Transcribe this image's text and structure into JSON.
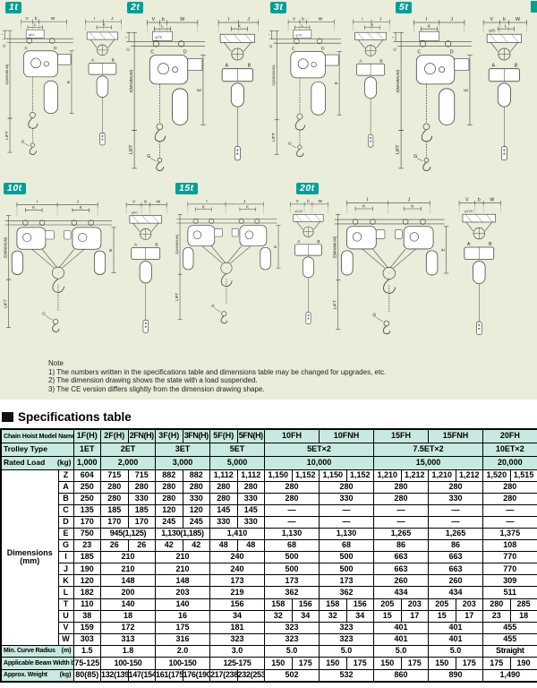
{
  "colors": {
    "page_background": "#e9edd9",
    "badge_teal": "#00a097",
    "table_header_teal": "#c8e9e1",
    "drawing_line": "#444444"
  },
  "drawings": [
    {
      "badge": "1t",
      "type": "single",
      "dia": "φ64",
      "front_top": [
        "V",
        "b",
        "W"
      ],
      "front_sub": "L",
      "front_bottom": [
        "C",
        "D"
      ],
      "side_top": [
        "I",
        "J"
      ],
      "side_sub": "K",
      "side_bottom": [
        "A",
        "B"
      ],
      "z_label": "Z(MINIMUM)",
      "lift_label": "LIFT",
      "t_label": "T",
      "u_label": "U",
      "e_label": "E",
      "g_label": "G"
    },
    {
      "badge": "2t",
      "type": "single",
      "dia": "φ75",
      "front_top": [
        "V",
        "b",
        "W"
      ],
      "front_sub": "L",
      "front_bottom": [
        "C",
        "D"
      ],
      "side_top": [
        "I",
        "J"
      ],
      "side_sub": "K",
      "side_bottom": [
        "A",
        "B"
      ],
      "z_label": "Z(MINIMUM)",
      "lift_label": "LIFT",
      "t_label": "T",
      "u_label": "U",
      "e_label": "E",
      "g_label": "G"
    },
    {
      "badge": "3t",
      "type": "single",
      "dia": "φ75",
      "front_top": [
        "V",
        "b",
        "W"
      ],
      "front_sub": "L",
      "front_bottom": [
        "C",
        "D"
      ],
      "side_top": [
        "I",
        "J"
      ],
      "side_sub": "K",
      "side_bottom": [
        "A",
        "B"
      ],
      "z_label": "Z(MINIMUM)",
      "lift_label": "LIFT",
      "t_label": "T",
      "u_label": "U",
      "e_label": "E",
      "g_label": "G"
    },
    {
      "badge": "5t",
      "type": "single",
      "dia": "φ95",
      "front_top": [
        "I",
        "J"
      ],
      "front_sub": "K",
      "front_bottom": [
        "C",
        "D"
      ],
      "side_top": [
        "V",
        "b",
        "W"
      ],
      "side_sub": "L",
      "side_bottom": [
        "A",
        "B"
      ],
      "z_label": "Z(MINIMUM)",
      "lift_label": "LIFT",
      "t_label": "T",
      "u_label": "U",
      "e_label": "E",
      "g_label": "G"
    },
    {
      "badge": "10t",
      "type": "double",
      "dia": "φ90",
      "wide_top": [
        "I",
        "J"
      ],
      "wide_sub": "K",
      "side_top": [
        "V",
        "b",
        "W"
      ],
      "side_bottom": [
        "A",
        "B"
      ],
      "z_label": "Z(MINIMUM)",
      "lift_label": "LIFT",
      "t_label": "T",
      "u_label": "U",
      "e_label": "E",
      "g_label": "G"
    },
    {
      "badge": "15t",
      "type": "double",
      "dia": "φ140",
      "wide_top": [
        "I",
        "J"
      ],
      "wide_sub": "K",
      "side_top": [
        "V",
        "b",
        "W"
      ],
      "side_bottom": [
        "A",
        "B"
      ],
      "z_label": "Z(MINIMUM)",
      "lift_label": "LIFT",
      "t_label": "T",
      "u_label": "U",
      "e_label": "E",
      "g_label": "G"
    },
    {
      "badge": "20t",
      "type": "double",
      "dia": "φ190",
      "wide_top": [
        "I",
        "J"
      ],
      "wide_sub": "K",
      "side_top": [
        "V",
        "b",
        "W"
      ],
      "side_bottom": [
        "A",
        "B"
      ],
      "z_label": "Z(MINIMUM)",
      "lift_label": "LIFT",
      "t_label": "T",
      "u_label": "U",
      "e_label": "E",
      "g_label": "G"
    }
  ],
  "note": {
    "title": "Note",
    "lines": [
      "1) The numbers written in the specifications table and dimensions table may be changed for upgrades, etc.",
      "2) The dimension drawing shows the state with a load suspended.",
      "3) The CE version differs slightly from the dimension drawing shape."
    ]
  },
  "spec_table": {
    "title": "Specifications table",
    "header": {
      "model_label": "Chain Hoist Model Name",
      "models": [
        {
          "name": "1F(H)",
          "span": 1
        },
        {
          "name": "2F(H)",
          "span": 1
        },
        {
          "name": "2FN(H)",
          "span": 1
        },
        {
          "name": "3F(H)",
          "span": 1
        },
        {
          "name": "3FN(H)",
          "span": 1
        },
        {
          "name": "5F(H)",
          "span": 1
        },
        {
          "name": "5FN(H)",
          "span": 1
        },
        {
          "name": "10FH",
          "span": 2
        },
        {
          "name": "10FNH",
          "span": 2
        },
        {
          "name": "15FH",
          "span": 2
        },
        {
          "name": "15FNH",
          "span": 2
        },
        {
          "name": "20FH",
          "span": 2
        }
      ],
      "trolley_label": "Trolley Type",
      "trolleys": [
        {
          "name": "1ET",
          "span": 1
        },
        {
          "name": "2ET",
          "span": 2
        },
        {
          "name": "3ET",
          "span": 2
        },
        {
          "name": "5ET",
          "span": 2
        },
        {
          "name": "5ET×2",
          "span": 4
        },
        {
          "name": "7.5ET×2",
          "span": 4
        },
        {
          "name": "10ET×2",
          "span": 2
        }
      ],
      "rated_label": "Rated Load",
      "rated_unit": "(kg)",
      "rated": [
        {
          "v": "1,000",
          "span": 1
        },
        {
          "v": "2,000",
          "span": 2
        },
        {
          "v": "3,000",
          "span": 2
        },
        {
          "v": "5,000",
          "span": 2
        },
        {
          "v": "10,000",
          "span": 4
        },
        {
          "v": "15,000",
          "span": 4
        },
        {
          "v": "20,000",
          "span": 2
        }
      ]
    },
    "dim_label": "Dimensions",
    "dim_unit": "(mm)",
    "dim_rows": [
      {
        "key": "Z",
        "cells": [
          [
            "604",
            1
          ],
          [
            "715",
            1
          ],
          [
            "715",
            1
          ],
          [
            "882",
            1
          ],
          [
            "882",
            1
          ],
          [
            "1,112",
            1
          ],
          [
            "1,112",
            1
          ],
          [
            "1,150",
            1
          ],
          [
            "1,152",
            1
          ],
          [
            "1,150",
            1
          ],
          [
            "1,152",
            1
          ],
          [
            "1,210",
            1
          ],
          [
            "1,212",
            1
          ],
          [
            "1,210",
            1
          ],
          [
            "1,212",
            1
          ],
          [
            "1,520",
            1
          ],
          [
            "1,515",
            1
          ]
        ]
      },
      {
        "key": "A",
        "cells": [
          [
            "250",
            1
          ],
          [
            "280",
            1
          ],
          [
            "280",
            1
          ],
          [
            "280",
            1
          ],
          [
            "280",
            1
          ],
          [
            "280",
            1
          ],
          [
            "280",
            1
          ],
          [
            "280",
            2
          ],
          [
            "280",
            2
          ],
          [
            "280",
            2
          ],
          [
            "280",
            2
          ],
          [
            "280",
            2
          ]
        ]
      },
      {
        "key": "B",
        "cells": [
          [
            "250",
            1
          ],
          [
            "280",
            1
          ],
          [
            "330",
            1
          ],
          [
            "280",
            1
          ],
          [
            "330",
            1
          ],
          [
            "280",
            1
          ],
          [
            "330",
            1
          ],
          [
            "280",
            2
          ],
          [
            "330",
            2
          ],
          [
            "280",
            2
          ],
          [
            "330",
            2
          ],
          [
            "280",
            2
          ]
        ]
      },
      {
        "key": "C",
        "cells": [
          [
            "135",
            1
          ],
          [
            "185",
            1
          ],
          [
            "185",
            1
          ],
          [
            "120",
            1
          ],
          [
            "120",
            1
          ],
          [
            "145",
            1
          ],
          [
            "145",
            1
          ],
          [
            "—",
            2
          ],
          [
            "—",
            2
          ],
          [
            "—",
            2
          ],
          [
            "—",
            2
          ],
          [
            "—",
            2
          ]
        ]
      },
      {
        "key": "D",
        "cells": [
          [
            "170",
            1
          ],
          [
            "170",
            1
          ],
          [
            "170",
            1
          ],
          [
            "245",
            1
          ],
          [
            "245",
            1
          ],
          [
            "330",
            1
          ],
          [
            "330",
            1
          ],
          [
            "—",
            2
          ],
          [
            "—",
            2
          ],
          [
            "—",
            2
          ],
          [
            "—",
            2
          ],
          [
            "—",
            2
          ]
        ]
      },
      {
        "key": "E",
        "cells": [
          [
            "750",
            1
          ],
          [
            "945(1,125)",
            2
          ],
          [
            "1,130(1,185)",
            2
          ],
          [
            "1,410",
            2
          ],
          [
            "1,130",
            2
          ],
          [
            "1,130",
            2
          ],
          [
            "1,265",
            2
          ],
          [
            "1,265",
            2
          ],
          [
            "1,375",
            2
          ]
        ]
      },
      {
        "key": "G",
        "cells": [
          [
            "23",
            1
          ],
          [
            "26",
            1
          ],
          [
            "26",
            1
          ],
          [
            "42",
            1
          ],
          [
            "42",
            1
          ],
          [
            "48",
            1
          ],
          [
            "48",
            1
          ],
          [
            "68",
            2
          ],
          [
            "68",
            2
          ],
          [
            "86",
            2
          ],
          [
            "86",
            2
          ],
          [
            "108",
            2
          ]
        ]
      },
      {
        "key": "I",
        "cells": [
          [
            "185",
            1
          ],
          [
            "210",
            2
          ],
          [
            "210",
            2
          ],
          [
            "240",
            2
          ],
          [
            "500",
            2
          ],
          [
            "500",
            2
          ],
          [
            "663",
            2
          ],
          [
            "663",
            2
          ],
          [
            "770",
            2
          ]
        ]
      },
      {
        "key": "J",
        "cells": [
          [
            "190",
            1
          ],
          [
            "210",
            2
          ],
          [
            "210",
            2
          ],
          [
            "240",
            2
          ],
          [
            "500",
            2
          ],
          [
            "500",
            2
          ],
          [
            "663",
            2
          ],
          [
            "663",
            2
          ],
          [
            "770",
            2
          ]
        ]
      },
      {
        "key": "K",
        "cells": [
          [
            "120",
            1
          ],
          [
            "148",
            2
          ],
          [
            "148",
            2
          ],
          [
            "173",
            2
          ],
          [
            "173",
            2
          ],
          [
            "173",
            2
          ],
          [
            "260",
            2
          ],
          [
            "260",
            2
          ],
          [
            "309",
            2
          ]
        ]
      },
      {
        "key": "L",
        "cells": [
          [
            "182",
            1
          ],
          [
            "200",
            2
          ],
          [
            "203",
            2
          ],
          [
            "219",
            2
          ],
          [
            "362",
            2
          ],
          [
            "362",
            2
          ],
          [
            "434",
            2
          ],
          [
            "434",
            2
          ],
          [
            "511",
            2
          ]
        ]
      },
      {
        "key": "T",
        "cells": [
          [
            "110",
            1
          ],
          [
            "140",
            2
          ],
          [
            "140",
            2
          ],
          [
            "156",
            2
          ],
          [
            "158",
            1
          ],
          [
            "156",
            1
          ],
          [
            "158",
            1
          ],
          [
            "156",
            1
          ],
          [
            "205",
            1
          ],
          [
            "203",
            1
          ],
          [
            "205",
            1
          ],
          [
            "203",
            1
          ],
          [
            "280",
            1
          ],
          [
            "285",
            1
          ]
        ]
      },
      {
        "key": "U",
        "cells": [
          [
            "38",
            1
          ],
          [
            "18",
            2
          ],
          [
            "16",
            2
          ],
          [
            "34",
            2
          ],
          [
            "32",
            1
          ],
          [
            "34",
            1
          ],
          [
            "32",
            1
          ],
          [
            "34",
            1
          ],
          [
            "15",
            1
          ],
          [
            "17",
            1
          ],
          [
            "15",
            1
          ],
          [
            "17",
            1
          ],
          [
            "23",
            1
          ],
          [
            "18",
            1
          ]
        ]
      },
      {
        "key": "V",
        "cells": [
          [
            "159",
            1
          ],
          [
            "172",
            2
          ],
          [
            "175",
            2
          ],
          [
            "181",
            2
          ],
          [
            "323",
            2
          ],
          [
            "323",
            2
          ],
          [
            "401",
            2
          ],
          [
            "401",
            2
          ],
          [
            "455",
            2
          ]
        ]
      },
      {
        "key": "W",
        "cells": [
          [
            "303",
            1
          ],
          [
            "313",
            2
          ],
          [
            "316",
            2
          ],
          [
            "323",
            2
          ],
          [
            "323",
            2
          ],
          [
            "323",
            2
          ],
          [
            "401",
            2
          ],
          [
            "401",
            2
          ],
          [
            "455",
            2
          ]
        ]
      }
    ],
    "footer_rows": [
      {
        "label": "Min. Curve Radius",
        "unit": "(m)",
        "cells": [
          [
            "1.5",
            1
          ],
          [
            "1.8",
            2
          ],
          [
            "2.0",
            2
          ],
          [
            "3.0",
            2
          ],
          [
            "5.0",
            2
          ],
          [
            "5.0",
            2
          ],
          [
            "5.0",
            2
          ],
          [
            "5.0",
            2
          ],
          [
            "Straight",
            2
          ]
        ]
      },
      {
        "label": "Applicable Beam Width b",
        "unit": "(mm)",
        "cells": [
          [
            "75-125",
            1
          ],
          [
            "100-150",
            2
          ],
          [
            "100-150",
            2
          ],
          [
            "125-175",
            2
          ],
          [
            "150",
            1
          ],
          [
            "175",
            1
          ],
          [
            "150",
            1
          ],
          [
            "175",
            1
          ],
          [
            "150",
            1
          ],
          [
            "175",
            1
          ],
          [
            "150",
            1
          ],
          [
            "175",
            1
          ],
          [
            "175",
            1
          ],
          [
            "190",
            1
          ]
        ]
      },
      {
        "label": "Approx. Weight",
        "unit": "(kg)",
        "cells": [
          [
            "80(85)",
            1
          ],
          [
            "132(139)",
            1
          ],
          [
            "147(154)",
            1
          ],
          [
            "161(175)",
            1
          ],
          [
            "176(190)",
            1
          ],
          [
            "217(238)",
            1
          ],
          [
            "232(253)",
            1
          ],
          [
            "502",
            2
          ],
          [
            "532",
            2
          ],
          [
            "860",
            2
          ],
          [
            "890",
            2
          ],
          [
            "1,490",
            2
          ]
        ]
      }
    ]
  }
}
